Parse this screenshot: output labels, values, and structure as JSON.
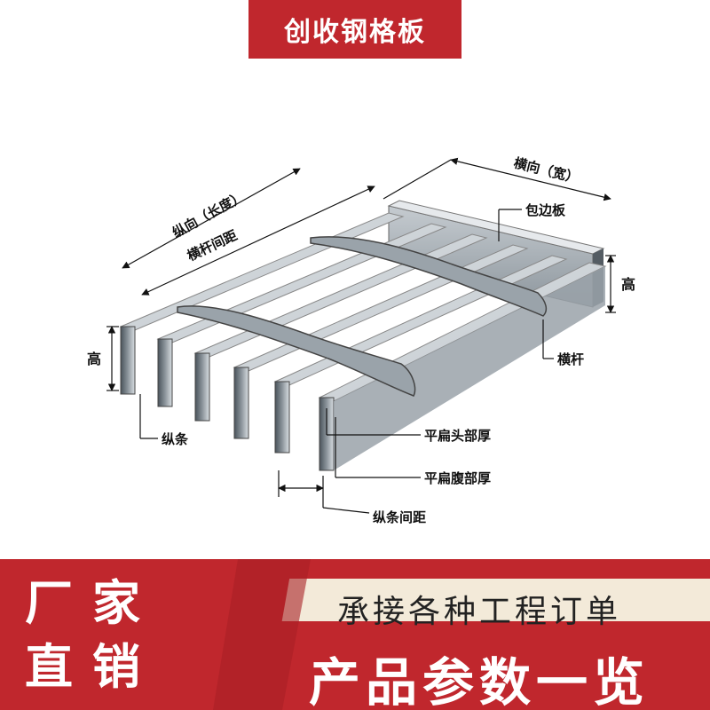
{
  "header": {
    "title": "创收钢格板"
  },
  "diagram": {
    "labels": {
      "lengthwise": "纵向（长度）",
      "crossbar_spacing": "横杆间距",
      "transverse": "横向（宽）",
      "edge_band": "包边板",
      "height_right": "高",
      "height_left": "高",
      "crossbar": "横杆",
      "bearing_bar": "纵条",
      "flat_head_thickness": "平扁头部厚",
      "flat_web_thickness": "平扁腹部厚",
      "bearing_bar_spacing": "纵条间距"
    }
  },
  "footer": {
    "factory_line1": "厂家",
    "factory_line2": "直销",
    "order_text": "承接各种工程订单",
    "params_text": "产品参数一览"
  },
  "colors": {
    "brand_red": "#c0272d",
    "cream": "#f3ead9",
    "steel_top": "#c7cdd3",
    "steel_side": "#6f7880"
  }
}
